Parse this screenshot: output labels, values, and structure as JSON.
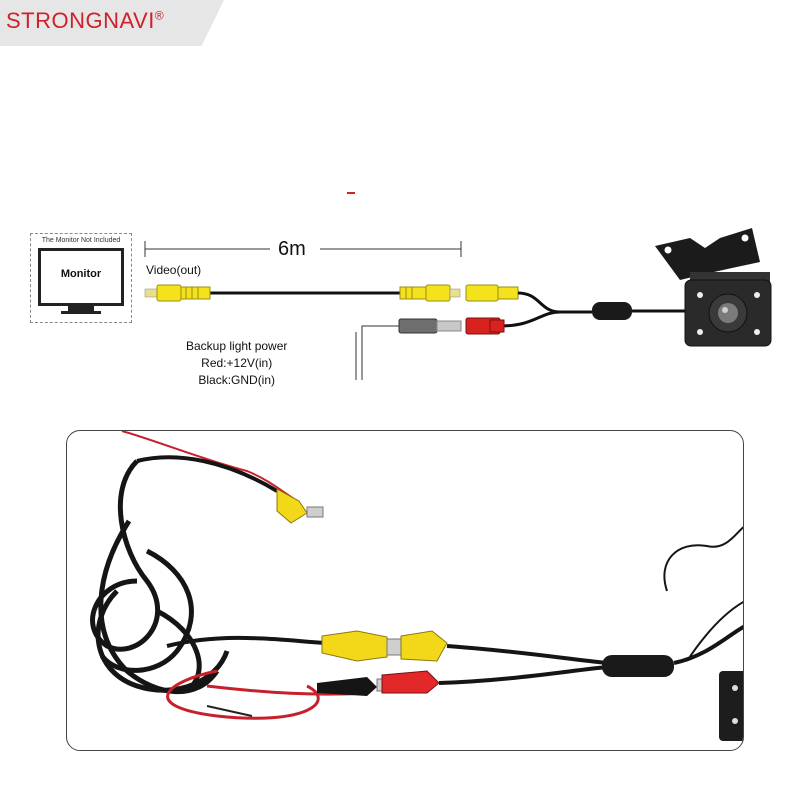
{
  "logo": {
    "part1": "STRONG",
    "part2": "NAVI",
    "reg": "®"
  },
  "monitor": {
    "caption": "The Monitor Not Included",
    "label": "Monitor"
  },
  "diagram": {
    "cable_length": "6m",
    "video_label": "Video(out)",
    "power_title": "Backup light power",
    "power_red": "Red:+12V(in)",
    "power_black": "Black:GND(in)"
  },
  "colors": {
    "brand_red": "#d0202a",
    "rca_yellow": "#f3e21c",
    "power_red": "#d8221e",
    "cable_black": "#111111"
  }
}
